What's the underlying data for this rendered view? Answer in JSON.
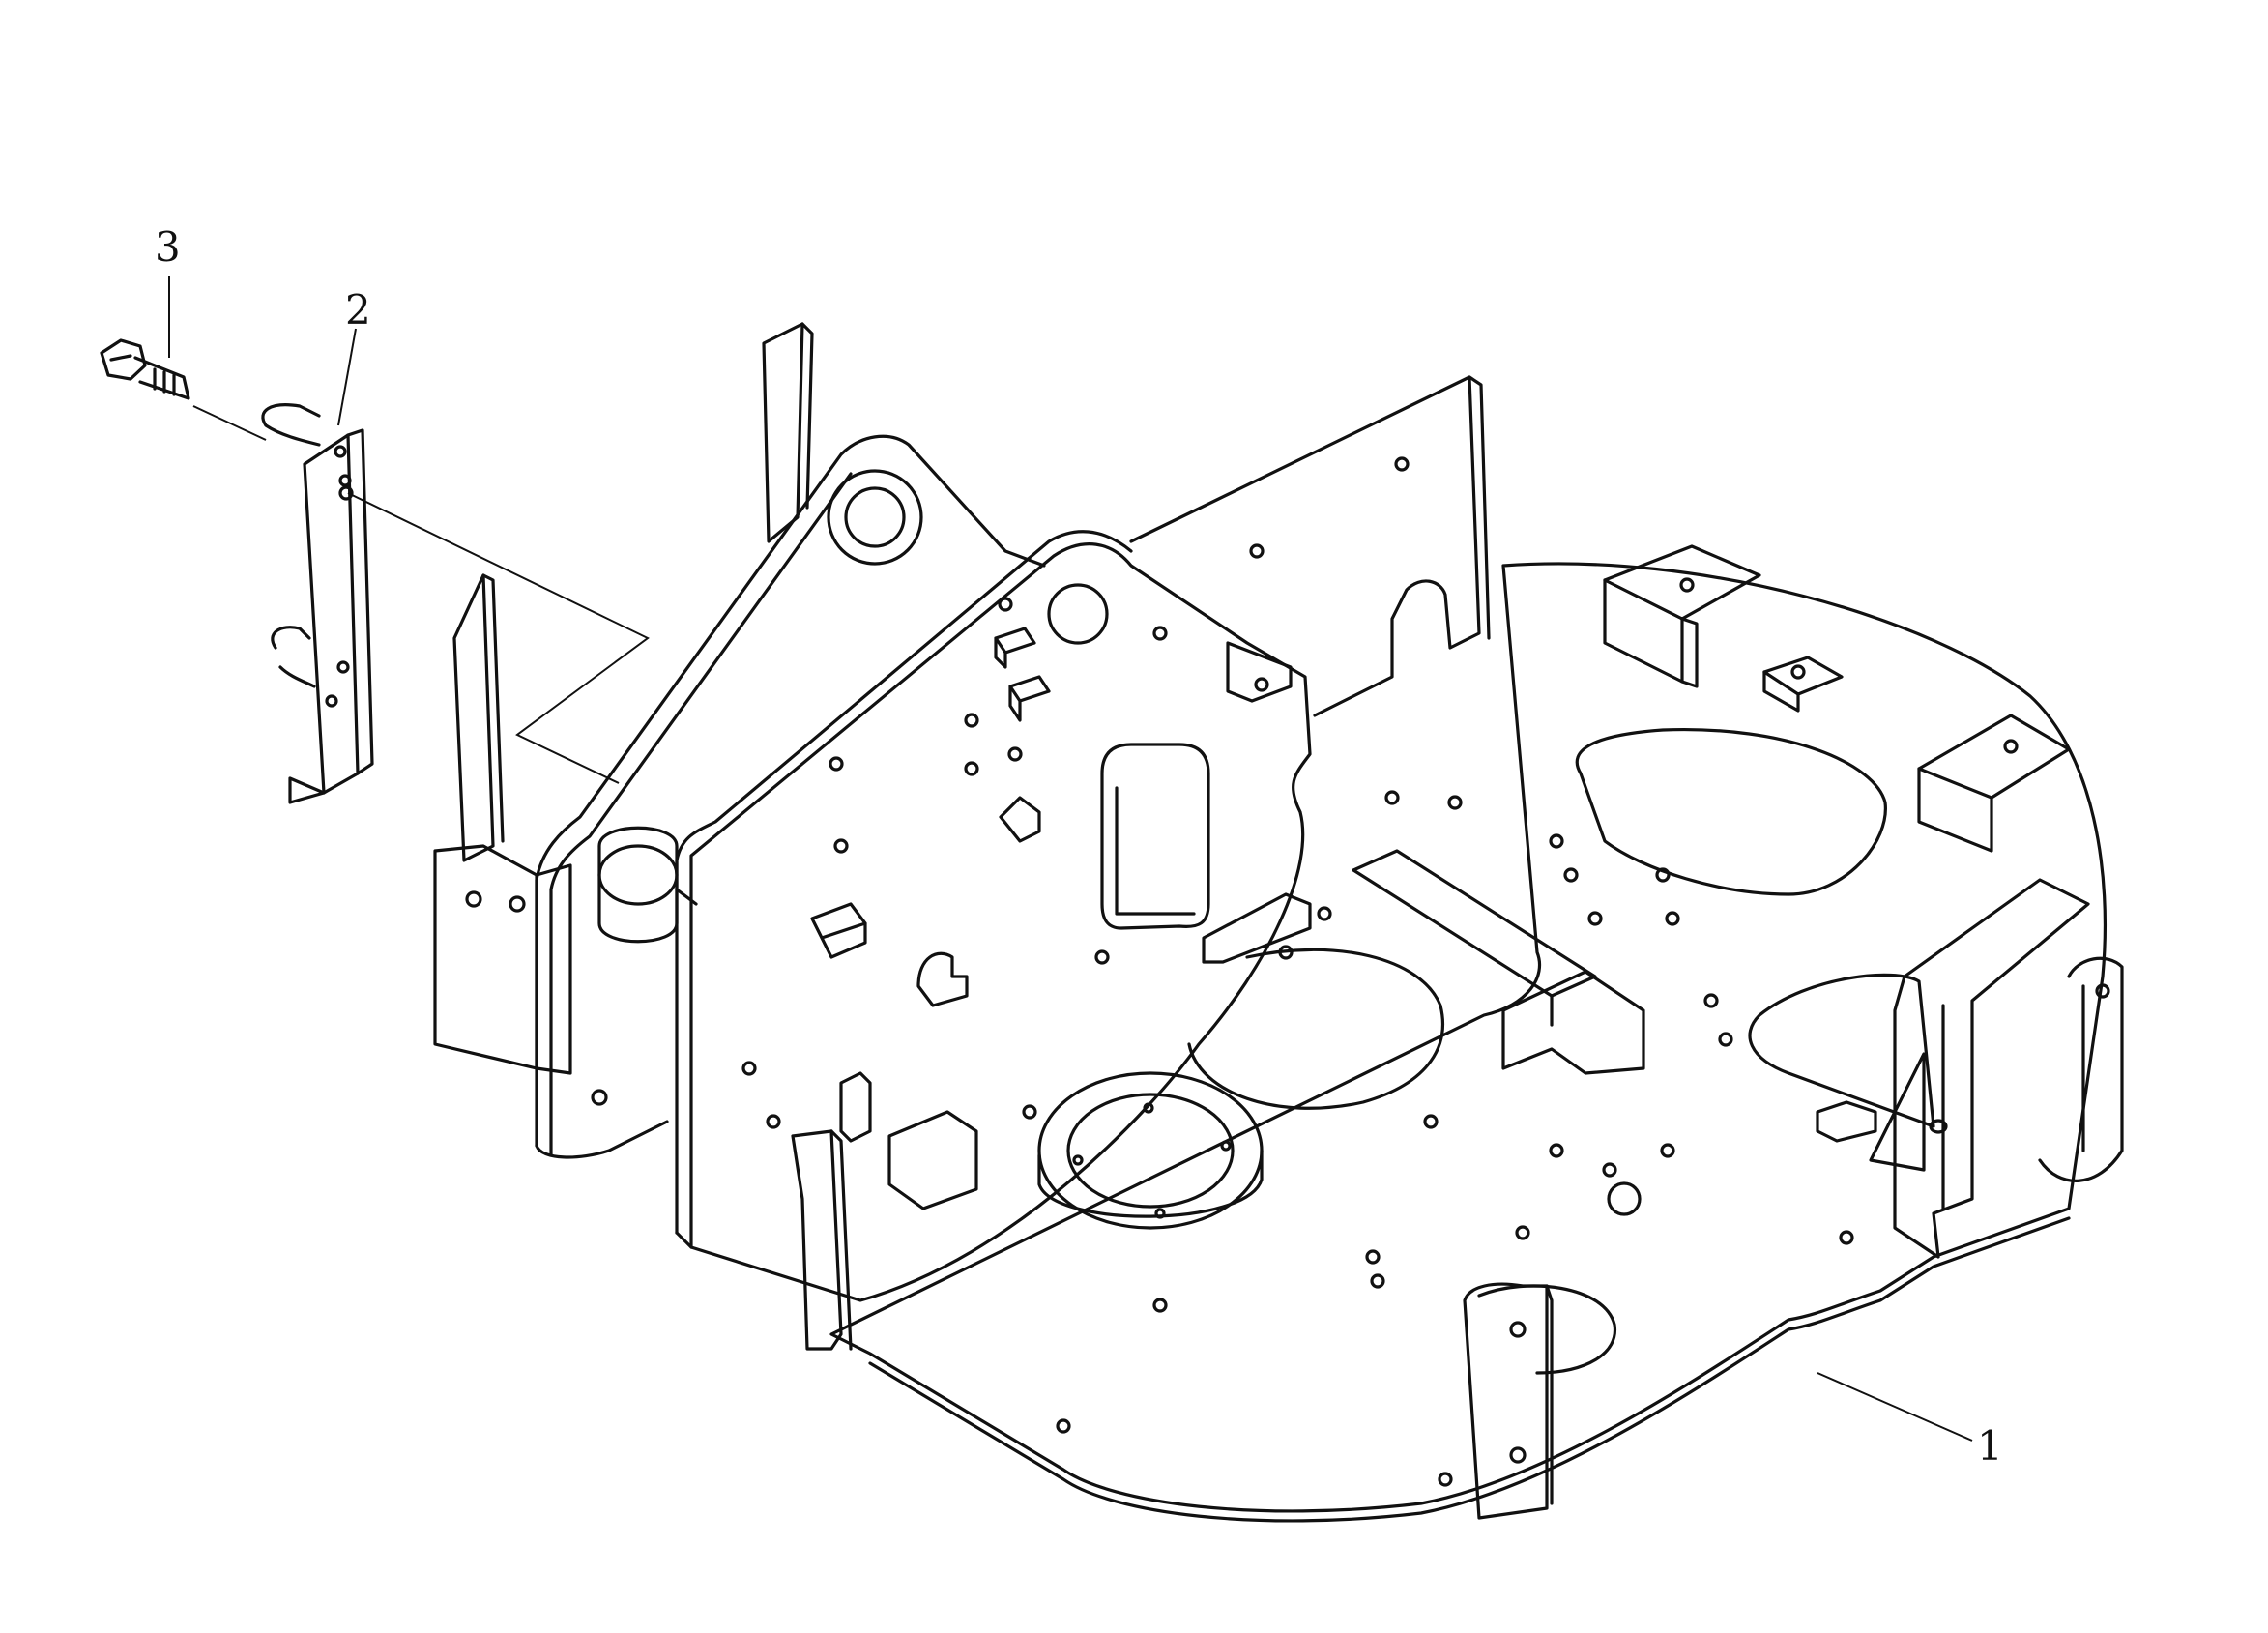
{
  "diagram": {
    "callouts": [
      {
        "id": "part-1",
        "label": "1"
      },
      {
        "id": "part-2",
        "label": "2"
      },
      {
        "id": "part-3",
        "label": "3"
      }
    ],
    "colors": {
      "ink": "#111111",
      "paper": "#ffffff"
    }
  }
}
